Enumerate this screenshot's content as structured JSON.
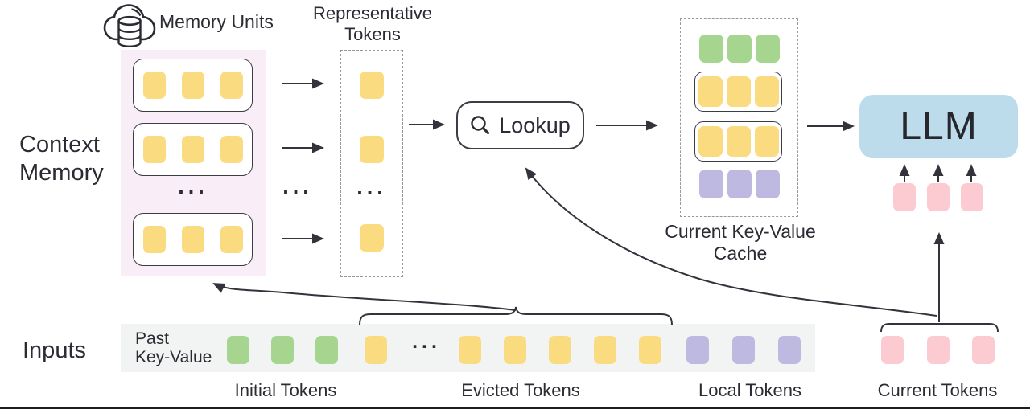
{
  "colors": {
    "yellow": "#FADB80",
    "green": "#A5D58F",
    "purple": "#BDB9E1",
    "pink": "#FBCBD1",
    "blue": "#BCDBEB",
    "memory_bg": "#F9EEF7",
    "strip_bg": "#F2F4F3",
    "line": "#33333C",
    "border": "#3C3C44",
    "dash": "#98989A",
    "text": "#2B2B33"
  },
  "labels": {
    "context_memory": "Context\nMemory",
    "memory_units": "Memory Units",
    "representative_tokens": "Representative\nTokens",
    "lookup": "Lookup",
    "current_kv_cache": "Current Key-Value\nCache",
    "llm": "LLM",
    "inputs": "Inputs",
    "past_key_value": "Past\nKey-Value",
    "initial_tokens": "Initial Tokens",
    "evicted_tokens": "Evicted Tokens",
    "local_tokens": "Local Tokens",
    "current_tokens": "Current Tokens",
    "ellipsis": "..."
  },
  "tokens": {
    "memory_unit": {
      "count": 3,
      "color": "yellow",
      "name": "memory-token"
    },
    "representative_single": {
      "count": 1,
      "color": "yellow",
      "name": "representative-token"
    },
    "cache_initial": {
      "count": 3,
      "color": "green",
      "name": "cache-initial-token"
    },
    "cache_unit": {
      "count": 3,
      "color": "yellow",
      "name": "cache-retrieved-token"
    },
    "cache_local": {
      "count": 3,
      "color": "purple",
      "name": "cache-local-token"
    },
    "llm_current": {
      "count": 3,
      "color": "pink",
      "name": "llm-input-token"
    },
    "strip_initial": {
      "count": 3,
      "color": "green",
      "name": "initial-token"
    },
    "strip_evicted_a": {
      "count": 1,
      "color": "yellow",
      "name": "evicted-token"
    },
    "strip_evicted_b": {
      "count": 5,
      "color": "yellow",
      "name": "evicted-token"
    },
    "strip_local": {
      "count": 3,
      "color": "purple",
      "name": "local-token"
    },
    "strip_current": {
      "count": 3,
      "color": "pink",
      "name": "current-token"
    }
  }
}
